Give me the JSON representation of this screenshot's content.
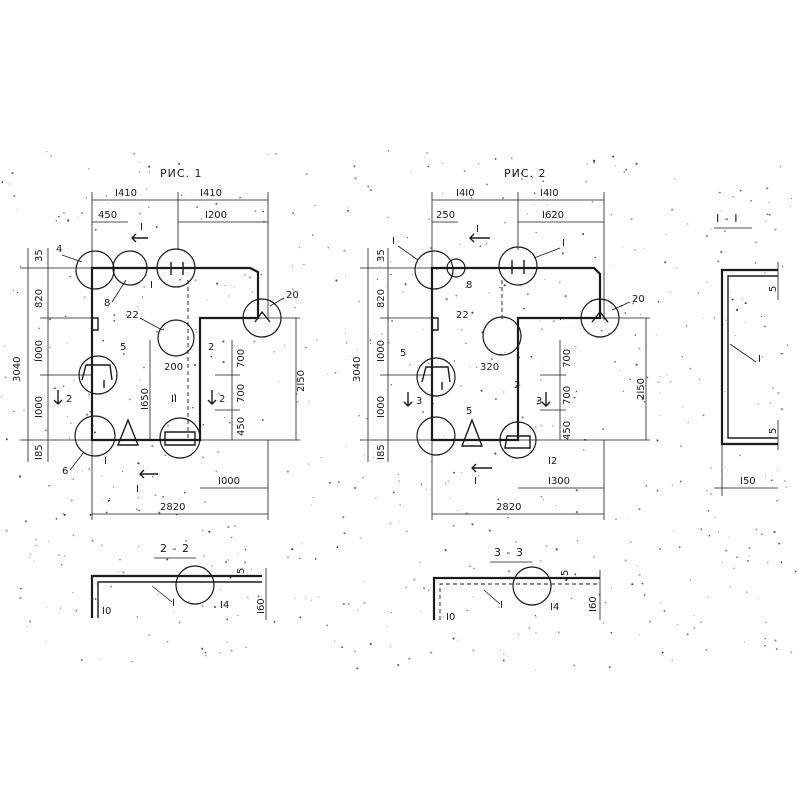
{
  "figures": {
    "fig1": {
      "title": "РИС. 1",
      "dims": {
        "top_left": "I410",
        "top_right": "I410",
        "d450": "450",
        "d1200": "I200",
        "d35": "35",
        "d820": "820",
        "d1000a": "I000",
        "d1000b": "I000",
        "d185": "I85",
        "d3040": "3040",
        "d1650": "I650",
        "d200": "200",
        "d700a": "700",
        "d700b": "700",
        "d450b": "450",
        "d2150": "2I50",
        "d1000c": "I000",
        "d2820": "2820"
      },
      "marks": {
        "m4": "4",
        "m8": "8",
        "m1": "I",
        "m22": "22",
        "m2": "2",
        "m20": "20",
        "m5": "5",
        "m2s": "2",
        "m2r": "2",
        "m11": "II",
        "m1b": "I",
        "m6": "6",
        "sec1a": "I",
        "sec1b": "I"
      }
    },
    "fig2": {
      "title": "РИС. 2",
      "dims": {
        "top_left": "I4I0",
        "top_right": "I4I0",
        "d250": "250",
        "d1620": "I620",
        "d35": "35",
        "d820": "820",
        "d1000a": "I000",
        "d1000b": "I000",
        "d185": "I85",
        "d3040": "3040",
        "d320": "320",
        "d700a": "700",
        "d700b": "700",
        "d450": "450",
        "d2150": "2I50",
        "d1300": "I300",
        "d2820": "2820"
      },
      "marks": {
        "m1a": "I",
        "m1b": "I",
        "m8": "8",
        "m22": "22",
        "m20": "20",
        "m5a": "5",
        "m5b": "5",
        "m2": "2",
        "m3a": "3",
        "m3b": "3",
        "m12": "I2",
        "sec1a": "I",
        "sec1b": "I"
      }
    },
    "section_1_1": {
      "title": "I - I",
      "d5a": "5",
      "d5b": "5",
      "m1": "I",
      "d150": "I50"
    },
    "section_2_2": {
      "title": "2 - 2",
      "d10": "I0",
      "m1": "I",
      "m14": "I4",
      "d5": "5",
      "d160": "I60"
    },
    "section_3_3": {
      "title": "3 - 3",
      "d10": "I0",
      "m1": "I",
      "m14": "I4",
      "d5": "5",
      "d160": "I60"
    }
  },
  "colors": {
    "ink": "#1a1a1a",
    "paper": "#ffffff"
  }
}
